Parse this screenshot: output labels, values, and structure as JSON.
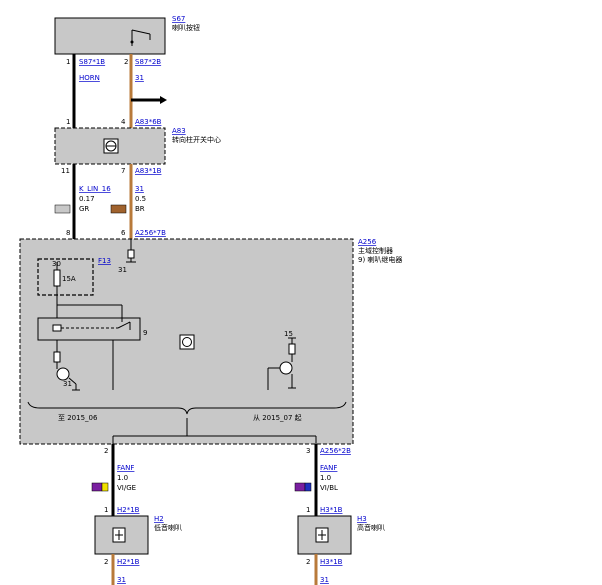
{
  "s67": {
    "id": "S67",
    "name": "喇叭按钮",
    "pin1": "1",
    "pin2": "2",
    "conn1": "S87*1B",
    "conn2": "S87*2B"
  },
  "wire_horn": {
    "label": "HORN"
  },
  "wire_31a": {
    "label": "31"
  },
  "a83": {
    "id": "A83",
    "name": "转向柱开关中心",
    "pin1": "1",
    "pin4": "4",
    "conn_top": "A83*6B",
    "pin11": "11",
    "pin7": "7",
    "conn_bot": "A83*1B"
  },
  "wire_klin": {
    "label": "K_LIN_16",
    "size": "0.17",
    "color": "GR",
    "swatch": "#c8c8c8"
  },
  "wire_31b": {
    "label": "31",
    "size": "0.5",
    "color": "BR",
    "swatch": "#a0622d"
  },
  "a256": {
    "id": "A256",
    "name": "主域控制器",
    "note": "9)  喇叭继电器",
    "pin8": "8",
    "pin6": "6",
    "conn_top": "A256*7B",
    "fuse": "F13",
    "fuse_rating": "15A",
    "fuse_pin": "30",
    "gnd_31": "31",
    "relay_pin": "9",
    "pin15": "15",
    "gnd_31b": "31",
    "until_label": "至 2015_06",
    "from_label": "从 2015_07 起",
    "pin2": "2",
    "pin3": "3",
    "conn_bot": "A256*2B"
  },
  "wire_fanf_left": {
    "label": "FANF",
    "size": "1.0",
    "color": "VI/GE",
    "swatch1": "#7a1fa0",
    "swatch2": "#f0e000"
  },
  "wire_fanf_right": {
    "label": "FANF",
    "size": "1.0",
    "color": "VI/BL",
    "swatch1": "#7a1fa0",
    "swatch2": "#2030c0"
  },
  "h2": {
    "id": "H2",
    "name": "低音喇叭",
    "pin1": "1",
    "pin2": "2",
    "conn_top": "H2*1B",
    "conn_bot": "H2*1B",
    "ground": "31"
  },
  "h3": {
    "id": "H3",
    "name": "高音喇叭",
    "pin1": "1",
    "pin2": "2",
    "conn_top": "H3*1B",
    "conn_bot": "H3*1B",
    "ground": "31"
  }
}
